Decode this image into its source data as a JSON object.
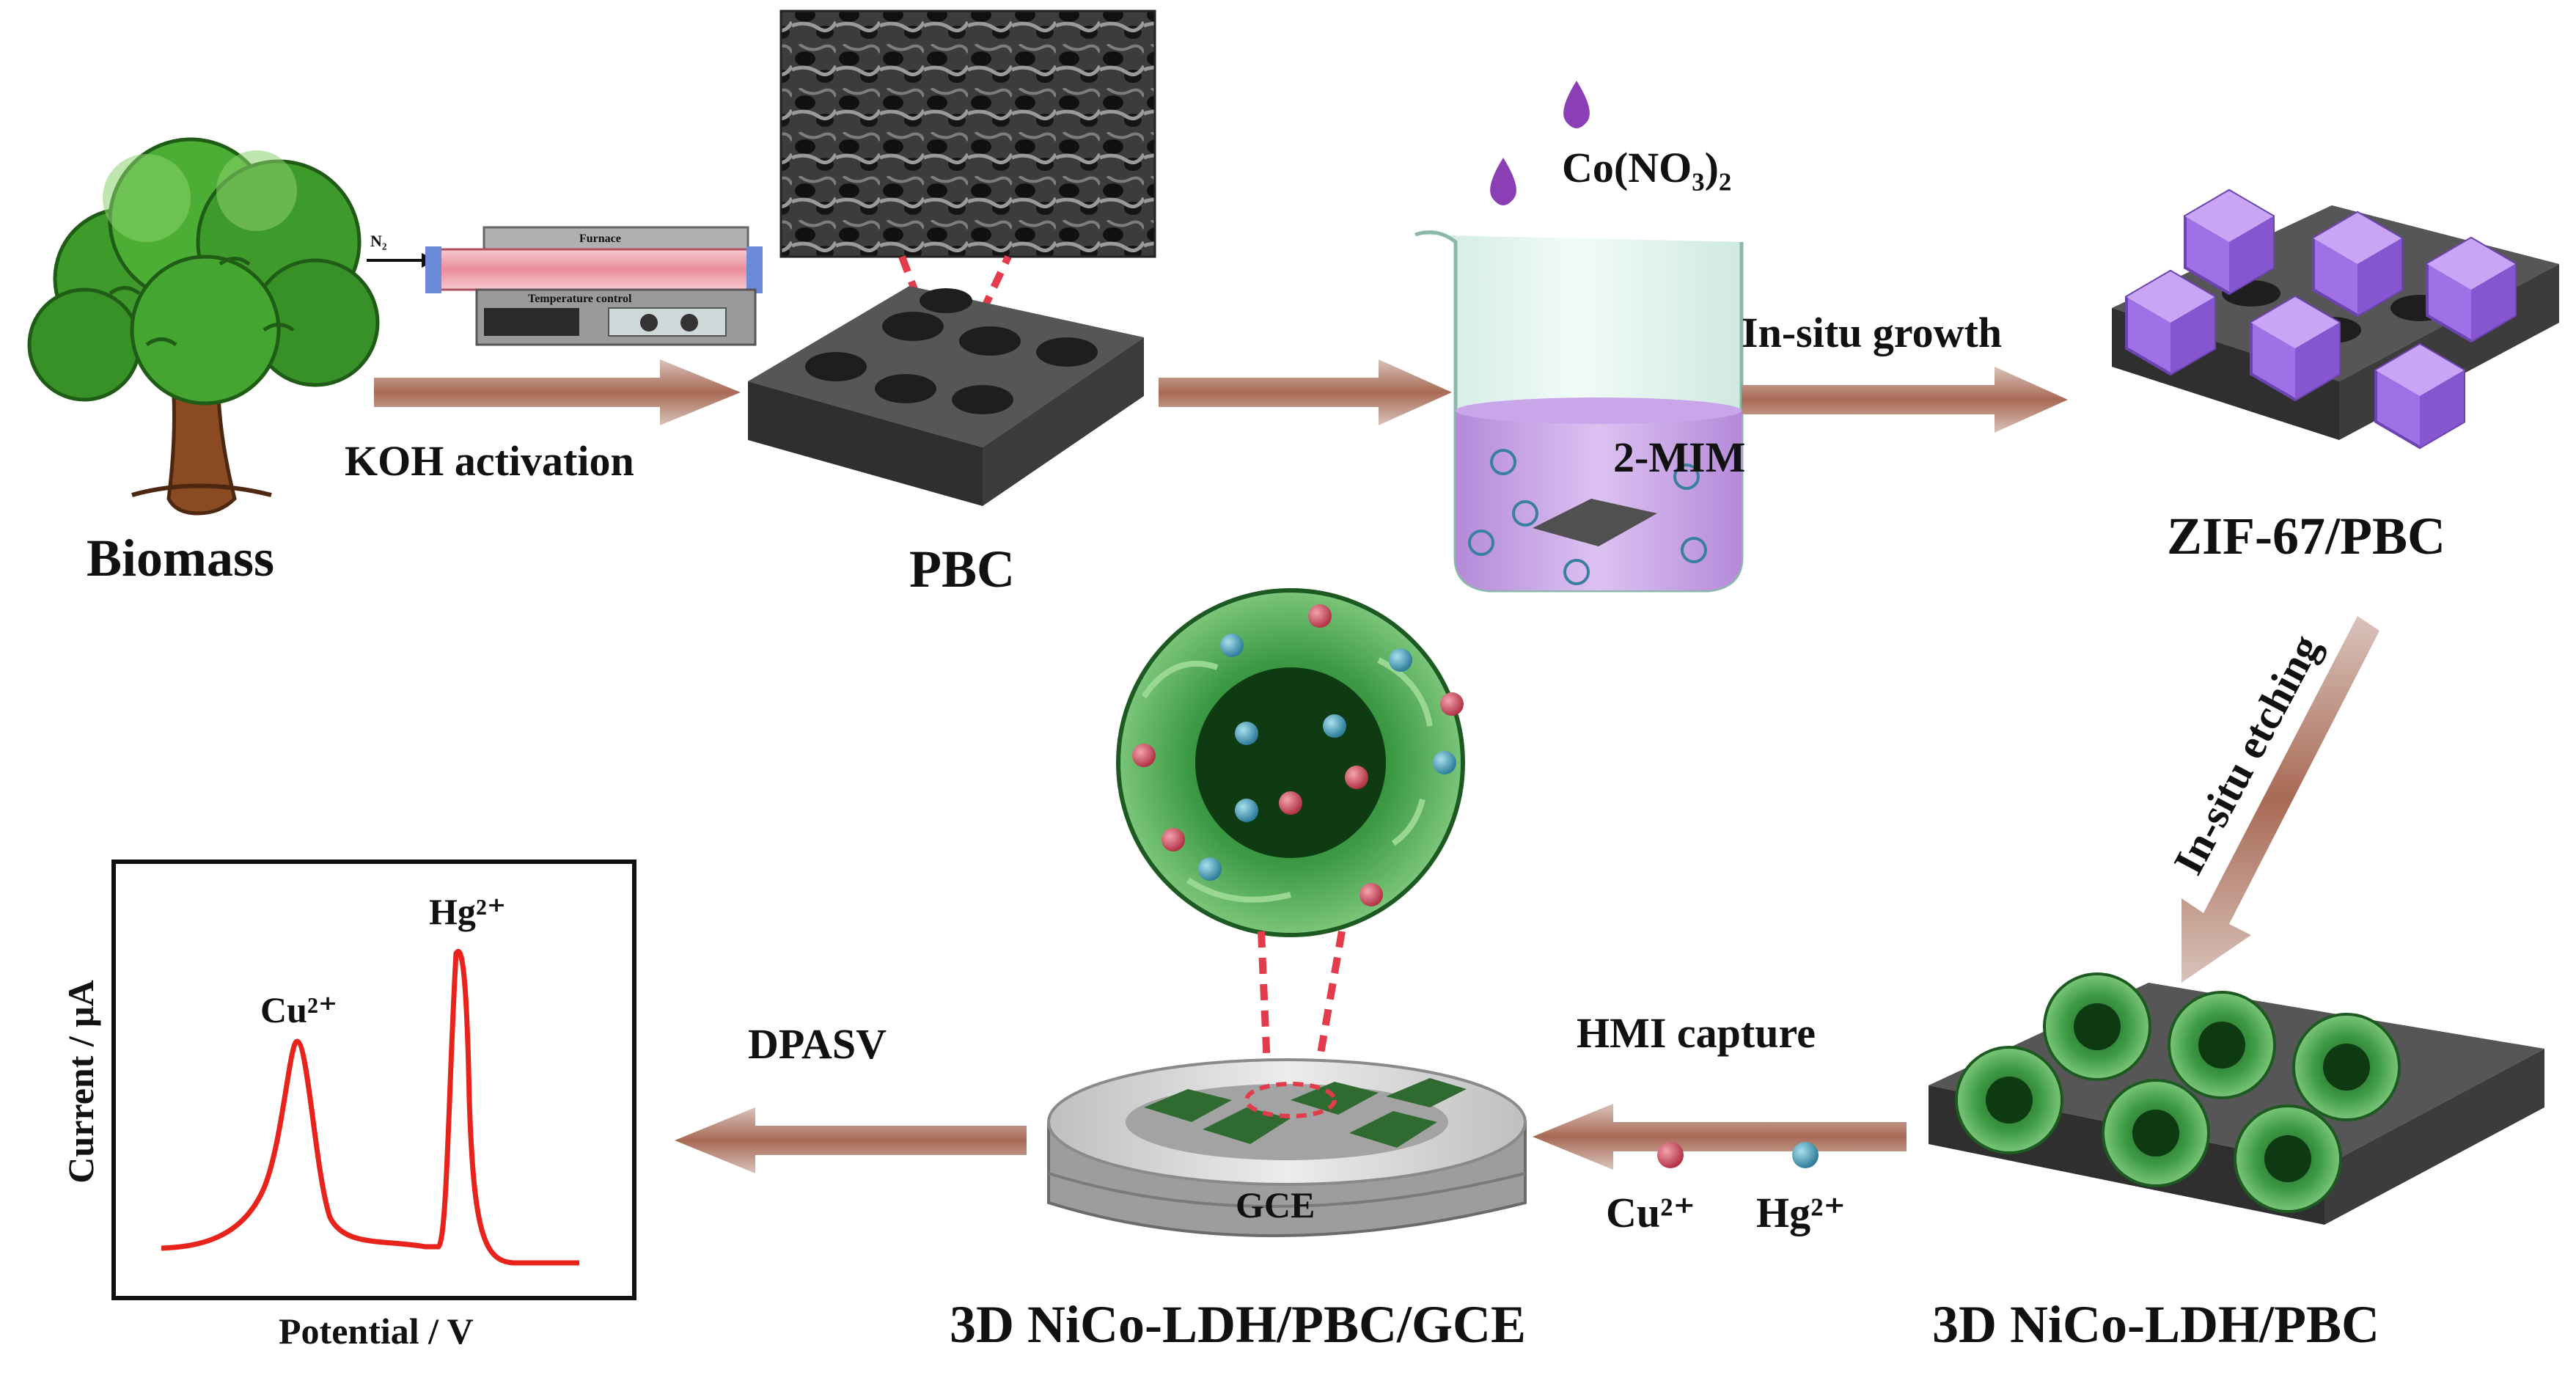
{
  "labels": {
    "biomass": "Biomass",
    "koh_activation": "KOH activation",
    "pbc": "PBC",
    "n2": "N₂",
    "furnace": "Furnace",
    "temperature_control": "Temperature control",
    "cobalt_nitrate": "Co(NO₃)₂",
    "two_mim": "2-MIM",
    "in_situ_growth": "In-situ growth",
    "zif_pbc": "ZIF-67/PBC",
    "in_situ_etching": "In-situ etching",
    "hmi_capture": "HMI capture",
    "cu_ion": "Cu²⁺",
    "hg_ion": "Hg²⁺",
    "gce": "GCE",
    "nico_ldh_pbc_gce": "3D NiCo-LDH/PBC/GCE",
    "nico_ldh_pbc": "3D NiCo-LDH/PBC",
    "dpasv": "DPASV"
  },
  "plot": {
    "xlabel": "Potential / V",
    "ylabel": "Current / μA",
    "peak_cu_label": "Cu²⁺",
    "peak_hg_label": "Hg²⁺",
    "line_color": "#e8231c"
  },
  "colors": {
    "arrow": "#b17a68",
    "carbon": "#4a4a4a",
    "zif": "#a070e6",
    "ldh": "#2e8b3a",
    "solution": "#c39ae4",
    "beaker": "#dff3ec",
    "tree_leaf": "#3f9a2c",
    "tree_trunk": "#8a4b22",
    "droplet": "#8b3fb5",
    "cu_ball": "#c24a5a",
    "hg_ball": "#3a8aa6"
  }
}
